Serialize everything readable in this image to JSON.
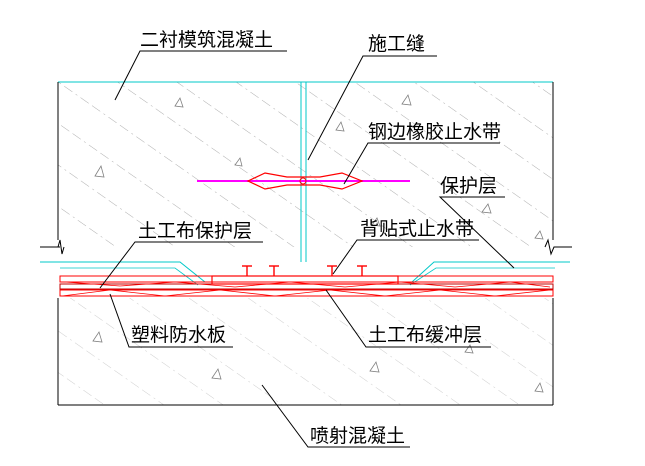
{
  "labels": {
    "secondary_lining": "二衬模筑混凝土",
    "construction_joint": "施工缝",
    "steel_edge_waterstop": "钢边橡胶止水带",
    "protective_layer": "保护层",
    "geotextile_protective_layer": "土工布保护层",
    "back_attached_waterstop": "背贴式止水带",
    "plastic_waterproof_board": "塑料防水板",
    "geotextile_buffer_layer": "土工布缓冲层",
    "shotcrete": "喷射混凝土"
  },
  "colors": {
    "lining_outline": "#00c8c8",
    "hatch": "#808080",
    "label_line": "#000000",
    "waterstop": "#ff00ff",
    "waterproof": "#ff0000",
    "red_dark": "#c00000",
    "leader": "#ff2020"
  }
}
